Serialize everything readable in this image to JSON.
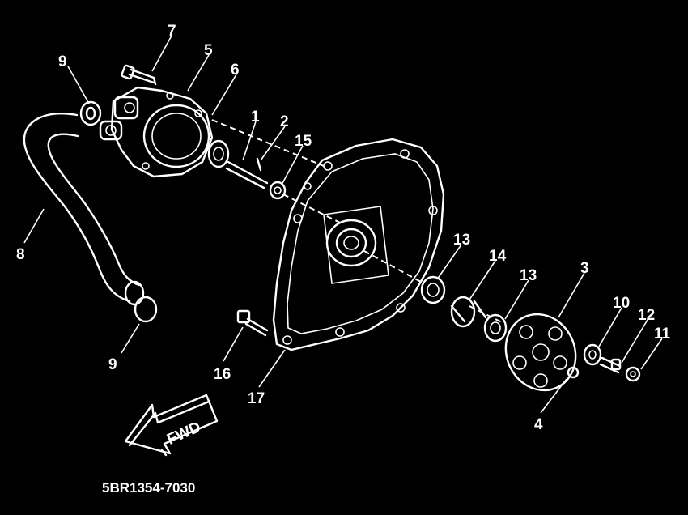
{
  "diagram": {
    "callouts": [
      "7",
      "5",
      "9",
      "6",
      "1",
      "2",
      "15",
      "8",
      "13",
      "14",
      "13",
      "3",
      "10",
      "12",
      "11",
      "9",
      "16",
      "17",
      "4"
    ],
    "direction_arrow": "FWD",
    "drawing_code": "5BR1354-7030"
  }
}
